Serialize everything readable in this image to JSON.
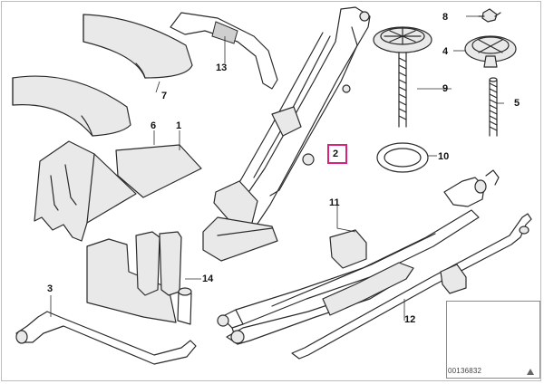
{
  "diagram": {
    "highlighted_part": "2",
    "doc_id": "00136832",
    "callouts": [
      {
        "id": "p1",
        "label": "1"
      },
      {
        "id": "p2",
        "label": "2"
      },
      {
        "id": "p3",
        "label": "3"
      },
      {
        "id": "p4",
        "label": "4"
      },
      {
        "id": "p5",
        "label": "5"
      },
      {
        "id": "p6",
        "label": "6"
      },
      {
        "id": "p7",
        "label": "7"
      },
      {
        "id": "p8",
        "label": "8"
      },
      {
        "id": "p9",
        "label": "9"
      },
      {
        "id": "p10",
        "label": "10"
      },
      {
        "id": "p11",
        "label": "11"
      },
      {
        "id": "p12",
        "label": "12"
      },
      {
        "id": "p13",
        "label": "13"
      },
      {
        "id": "p14",
        "label": "14"
      }
    ]
  }
}
